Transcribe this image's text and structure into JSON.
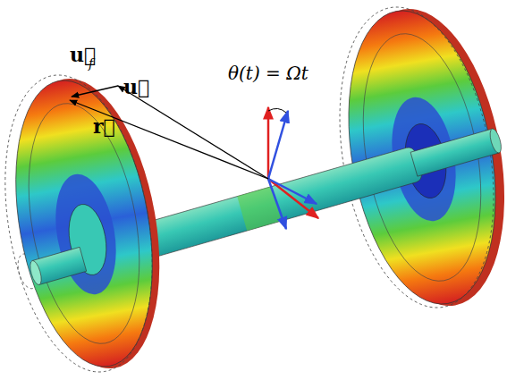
{
  "diagram": {
    "labels": [
      "u⃗",
      "f",
      "u⃗",
      "r⃗",
      "θ(t) = Ωt"
    ]
  }
}
